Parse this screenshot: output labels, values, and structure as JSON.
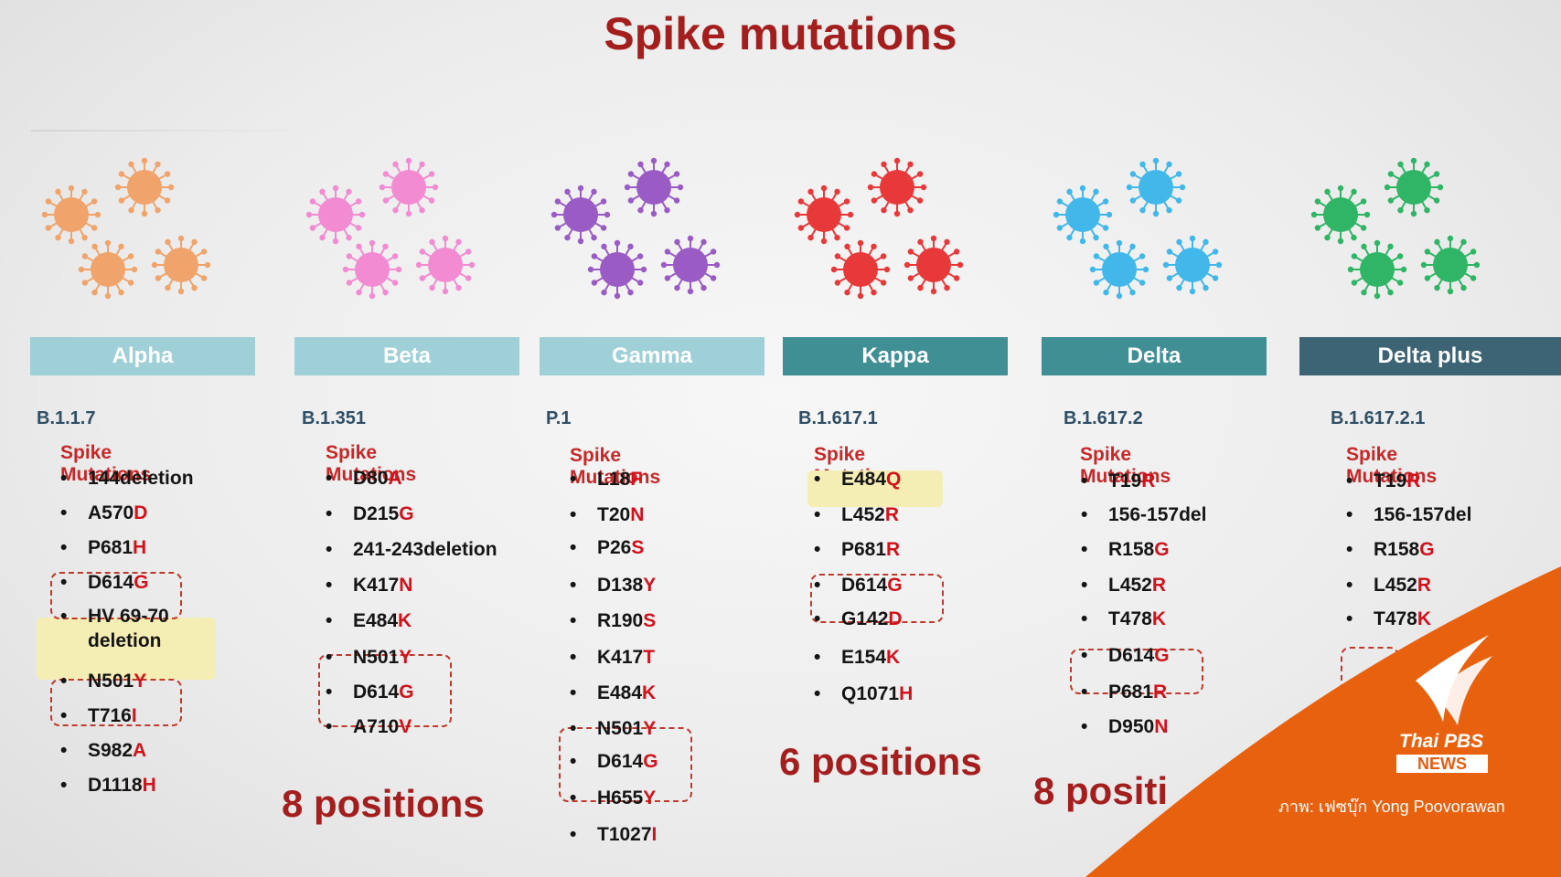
{
  "title": "Spike mutations",
  "section_label": "Spike Mutations",
  "colors": {
    "title": "#a41e1e",
    "mutation_accent": "#d0121b",
    "highlight": "#f5eeb4",
    "credit_orange": "#e8610f"
  },
  "variants": [
    {
      "name": "Alpha",
      "lineage": "B.1.1.7",
      "virus_color": "#f0a36a",
      "header_color": "#9fd0d8",
      "mutations": [
        {
          "base": "144deletion",
          "aa": ""
        },
        {
          "base": "A570",
          "aa": "D"
        },
        {
          "base": "P681",
          "aa": "H"
        },
        {
          "base": "D614",
          "aa": "G"
        },
        {
          "base": "HV 69-70",
          "aa": ""
        },
        {
          "base": "deletion",
          "aa": ""
        },
        {
          "base": "N501",
          "aa": "Y"
        },
        {
          "base": "T716",
          "aa": "I"
        },
        {
          "base": "S982",
          "aa": "A"
        },
        {
          "base": "D1118",
          "aa": "H"
        }
      ],
      "positions": ""
    },
    {
      "name": "Beta",
      "lineage": "B.1.351",
      "virus_color": "#f28bd2",
      "header_color": "#9fd0d8",
      "mutations": [
        {
          "base": "D80",
          "aa": "A"
        },
        {
          "base": "D215",
          "aa": "G"
        },
        {
          "base": "241-243deletion",
          "aa": ""
        },
        {
          "base": "K417",
          "aa": "N"
        },
        {
          "base": "E484",
          "aa": "K"
        },
        {
          "base": "N501",
          "aa": "Y"
        },
        {
          "base": "D614",
          "aa": "G"
        },
        {
          "base": "A710",
          "aa": "V"
        }
      ],
      "positions": "8 positions"
    },
    {
      "name": "Gamma",
      "lineage": "P.1",
      "virus_color": "#9a5bc4",
      "header_color": "#9fd0d8",
      "mutations": [
        {
          "base": "L18",
          "aa": "F"
        },
        {
          "base": "T20",
          "aa": "N"
        },
        {
          "base": "P26",
          "aa": "S"
        },
        {
          "base": "D138",
          "aa": "Y"
        },
        {
          "base": "R190",
          "aa": "S"
        },
        {
          "base": "K417",
          "aa": "T"
        },
        {
          "base": "E484",
          "aa": "K"
        },
        {
          "base": "N501",
          "aa": "Y"
        },
        {
          "base": "D614",
          "aa": "G"
        },
        {
          "base": "H655",
          "aa": "Y"
        },
        {
          "base": "T1027",
          "aa": "I"
        }
      ],
      "positions": ""
    },
    {
      "name": "Kappa",
      "lineage": "B.1.617.1",
      "virus_color": "#e8393a",
      "header_color": "#3f8f95",
      "mutations": [
        {
          "base": "E484",
          "aa": "Q"
        },
        {
          "base": "L452",
          "aa": "R"
        },
        {
          "base": "P681",
          "aa": "R"
        },
        {
          "base": "D614",
          "aa": "G"
        },
        {
          "base": "G142",
          "aa": "D"
        },
        {
          "base": "E154",
          "aa": "K"
        },
        {
          "base": "Q1071",
          "aa": "H"
        }
      ],
      "positions": "6 positions"
    },
    {
      "name": "Delta",
      "lineage": "B.1.617.2",
      "virus_color": "#42b8ea",
      "header_color": "#3f8f95",
      "mutations": [
        {
          "base": "T19",
          "aa": "R"
        },
        {
          "base": "156-157del",
          "aa": ""
        },
        {
          "base": "R158",
          "aa": "G"
        },
        {
          "base": "L452",
          "aa": "R"
        },
        {
          "base": "T478",
          "aa": "K"
        },
        {
          "base": "D614",
          "aa": "G"
        },
        {
          "base": "P681",
          "aa": "R"
        },
        {
          "base": "D950",
          "aa": "N"
        }
      ],
      "positions": "8 positi"
    },
    {
      "name": "Delta plus",
      "lineage": "B.1.617.2.1",
      "virus_color": "#2fb565",
      "header_color": "#3d6475",
      "mutations": [
        {
          "base": "T19",
          "aa": "R"
        },
        {
          "base": "156-157del",
          "aa": ""
        },
        {
          "base": "R158",
          "aa": "G"
        },
        {
          "base": "L452",
          "aa": "R"
        },
        {
          "base": "T478",
          "aa": "K"
        }
      ],
      "positions": ""
    }
  ],
  "logo": {
    "brand": "Thai PBS",
    "news": "NEWS"
  },
  "credit": "ภาพ: เฟซบุ๊ก Yong Poovorawan",
  "icons": {
    "virus": "coronavirus-icon",
    "logo": "thaipbs-logo-icon"
  }
}
